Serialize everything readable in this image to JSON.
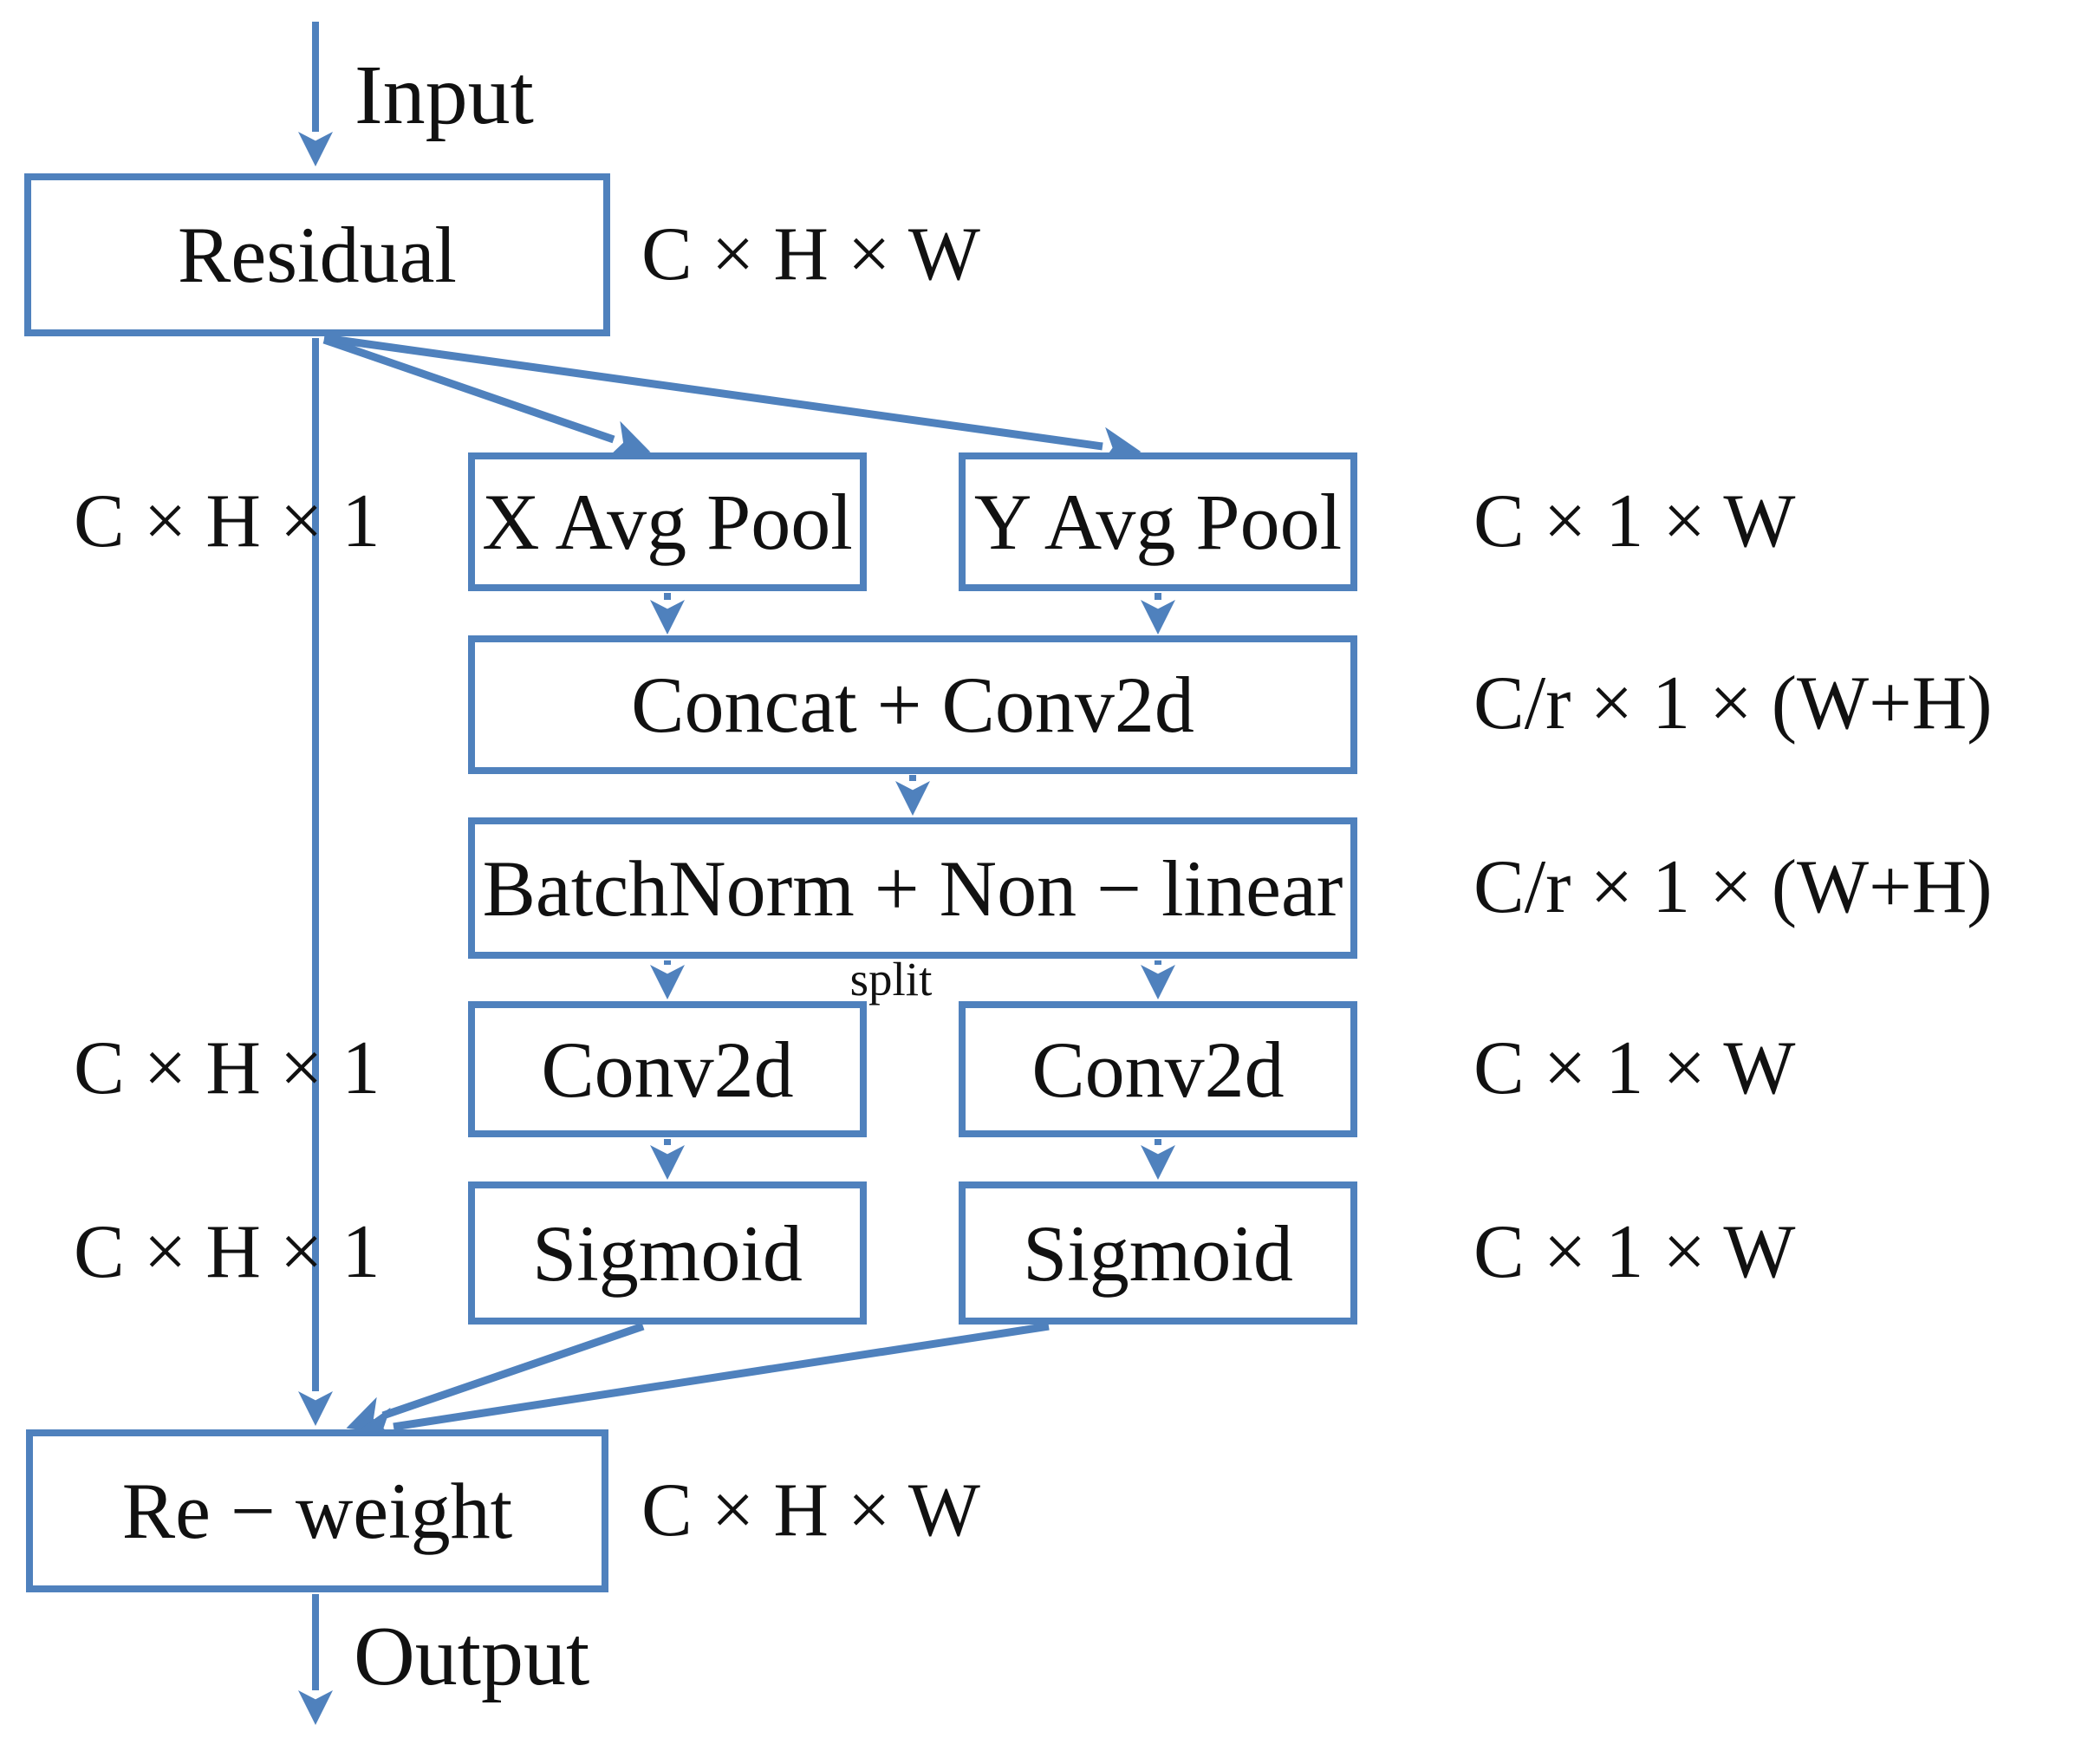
{
  "diagram": {
    "input_label": "Input",
    "output_label": "Output",
    "split_label": "split",
    "nodes": {
      "residual": {
        "label": "Residual"
      },
      "x_avg_pool": {
        "label": "X Avg Pool"
      },
      "y_avg_pool": {
        "label": "Y Avg Pool"
      },
      "concat_conv": {
        "label": "Concat + Conv2d"
      },
      "batchnorm": {
        "label": "BatchNorm + Non − linear"
      },
      "conv2d_left": {
        "label": "Conv2d"
      },
      "conv2d_right": {
        "label": "Conv2d"
      },
      "sigmoid_left": {
        "label": "Sigmoid"
      },
      "sigmoid_right": {
        "label": "Sigmoid"
      },
      "reweight": {
        "label": "Re − weight"
      }
    },
    "dims": {
      "residual": "C × H × W",
      "pool_left": "C × H × 1",
      "pool_right": "C × 1 × W",
      "concat": "C/r × 1 × (W+H)",
      "batchnorm": "C/r × 1 × (W+H)",
      "conv_left": "C × H × 1",
      "conv_right": "C × 1 × W",
      "sigmoid_left": "C × H × 1",
      "sigmoid_right": "C × 1 × W",
      "reweight": "C × H × W"
    },
    "colors": {
      "accent": "#4F81BD",
      "text": "#111111",
      "background": "#FFFFFF"
    }
  }
}
